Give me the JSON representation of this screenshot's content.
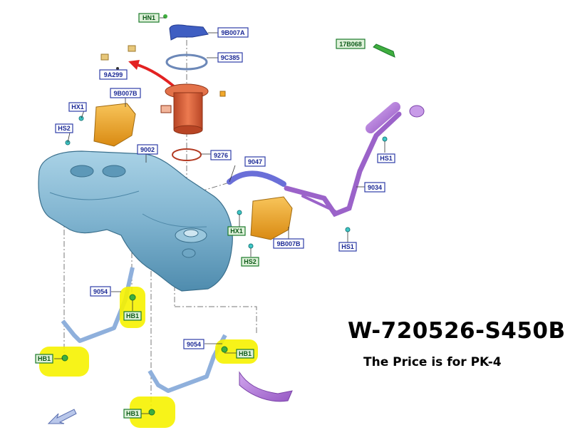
{
  "part_number": "W-720526-S450B",
  "price_note": "The Price is for PK-4",
  "colors": {
    "tank": "#7fb3cf",
    "pump": "#d9663e",
    "bracket": "#f3a92b",
    "filler": "#b27cd6",
    "strap": "#8fb0dc",
    "highlight": "#f6f200",
    "green_part": "#3fae3f",
    "arrow": "#e32222"
  },
  "labels": {
    "hn1": "HN1",
    "l9b007a": "9B007A",
    "l17b068": "17B068",
    "l9c385": "9C385",
    "l9a299": "9A299",
    "l9b007b_top": "9B007B",
    "hx1_top": "HX1",
    "hs2_top": "HS2",
    "l9002": "9002",
    "l9276": "9276",
    "l9047": "9047",
    "hs1_top": "HS1",
    "l9034": "9034",
    "hx1_mid": "HX1",
    "l9b007b_mid": "9B007B",
    "hs2_mid": "HS2",
    "hs1_mid": "HS1",
    "l9054_left": "9054",
    "hb1_a": "HB1",
    "l9054_right": "9054",
    "hb1_b": "HB1",
    "hb1_c": "HB1",
    "hb1_d": "HB1"
  }
}
